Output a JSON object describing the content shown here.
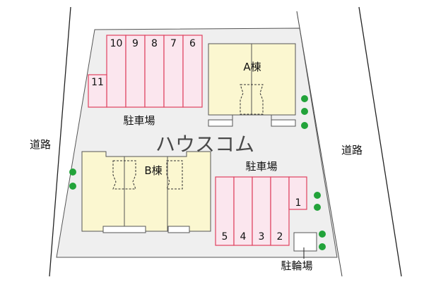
{
  "labels": {
    "road_left": "道路",
    "road_right": "道路",
    "parking_north": "駐車場",
    "parking_south": "駐車場",
    "building_a": "A棟",
    "building_b": "B棟",
    "bicycle_parking": "駐輪場",
    "watermark": "ハウスコム"
  },
  "parking_north_slots": [
    "10",
    "9",
    "8",
    "7",
    "6",
    "11"
  ],
  "parking_south_slots": [
    "5",
    "4",
    "3",
    "2",
    "1"
  ],
  "colors": {
    "lot": "#efefef",
    "building": "#fbf7d0",
    "parking_fill": "#fbe6ee",
    "parking_stroke": "#e0415f",
    "tree": "#22a33a",
    "road_line": "#222222"
  }
}
